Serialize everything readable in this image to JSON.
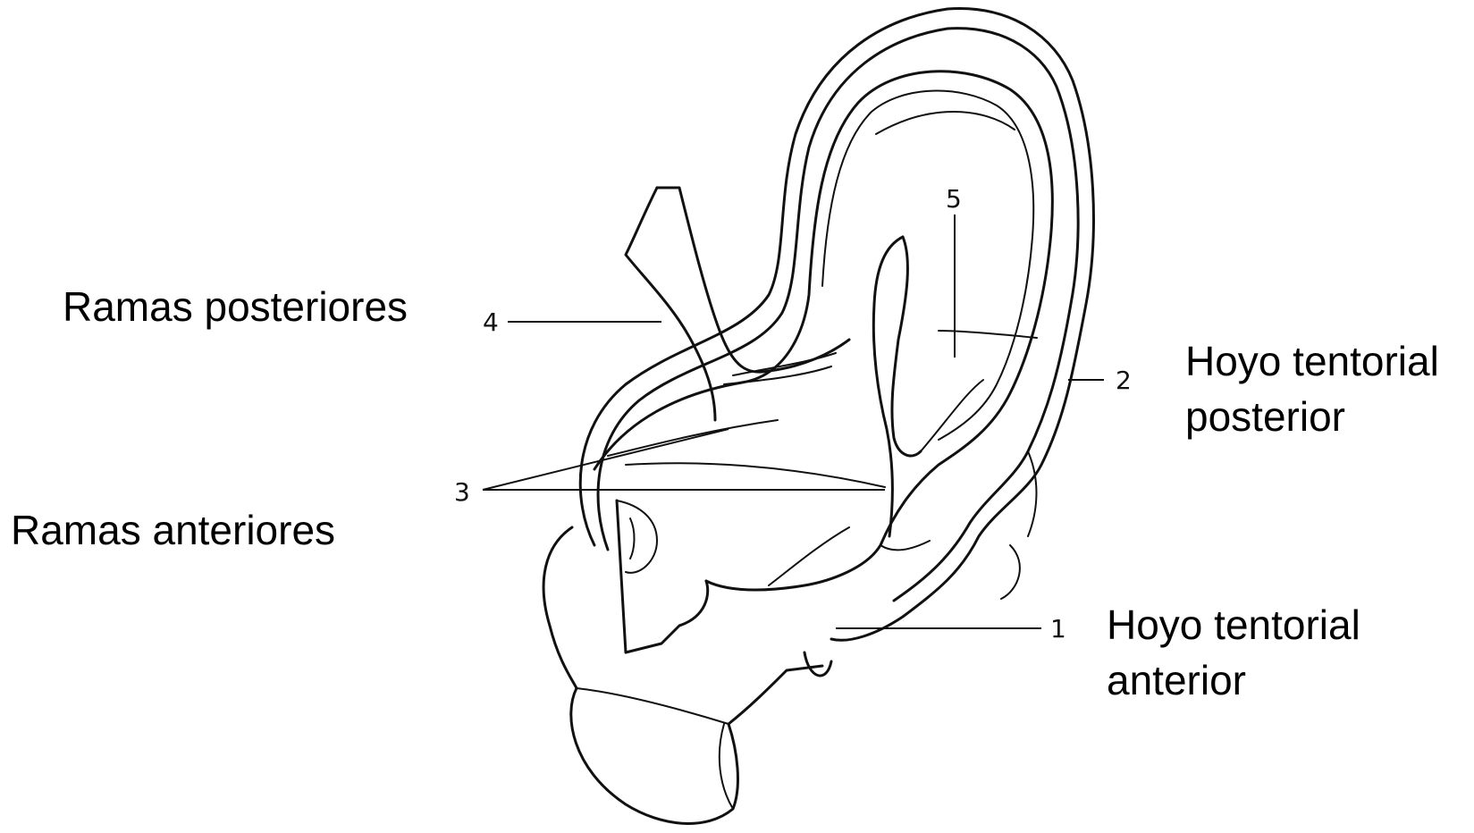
{
  "captions": {
    "ramas_posteriores": "Ramas posteriores",
    "ramas_anteriores": "Ramas anteriores",
    "hoyo_posterior_line1": "Hoyo tentorial",
    "hoyo_posterior_line2": "posterior",
    "hoyo_anterior_line1": "Hoyo tentorial",
    "hoyo_anterior_line2": "anterior"
  },
  "numbers": {
    "n1": "1",
    "n2": "2",
    "n3": "3",
    "n4": "4",
    "n5": "5"
  }
}
